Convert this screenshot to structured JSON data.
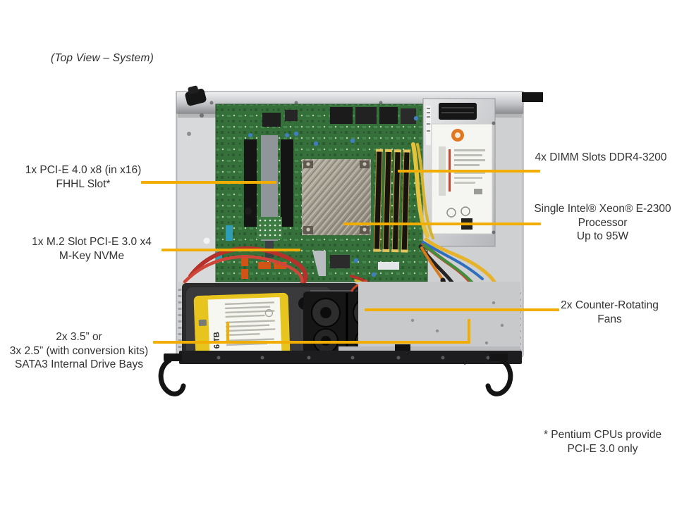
{
  "title": "(Top View – System)",
  "colors": {
    "callout_line": "#F2AE00",
    "label_text": "#333333",
    "background": "#FFFFFF"
  },
  "callouts": {
    "pcie": {
      "lines": [
        "1x PCI-E 4.0 x8 (in x16)",
        "FHHL Slot*"
      ]
    },
    "m2": {
      "lines": [
        "1x M.2 Slot PCI-E 3.0 x4",
        "M-Key NVMe"
      ]
    },
    "drive_bays": {
      "lines": [
        "2x 3.5” or",
        "3x 2.5” (with conversion kits)",
        "SATA3 Internal  Drive Bays"
      ]
    },
    "dimm": {
      "lines": [
        "4x DIMM Slots DDR4-3200"
      ]
    },
    "cpu": {
      "lines": [
        "Single Intel® Xeon® E-2300",
        "Processor",
        "Up to 95W"
      ]
    },
    "fans": {
      "lines": [
        "2x Counter-Rotating",
        "Fans"
      ]
    },
    "footnote": {
      "lines": [
        "* Pentium CPUs provide",
        "PCI-E 3.0 only"
      ]
    }
  },
  "hardware": {
    "hdd_capacity": "6 TB"
  }
}
